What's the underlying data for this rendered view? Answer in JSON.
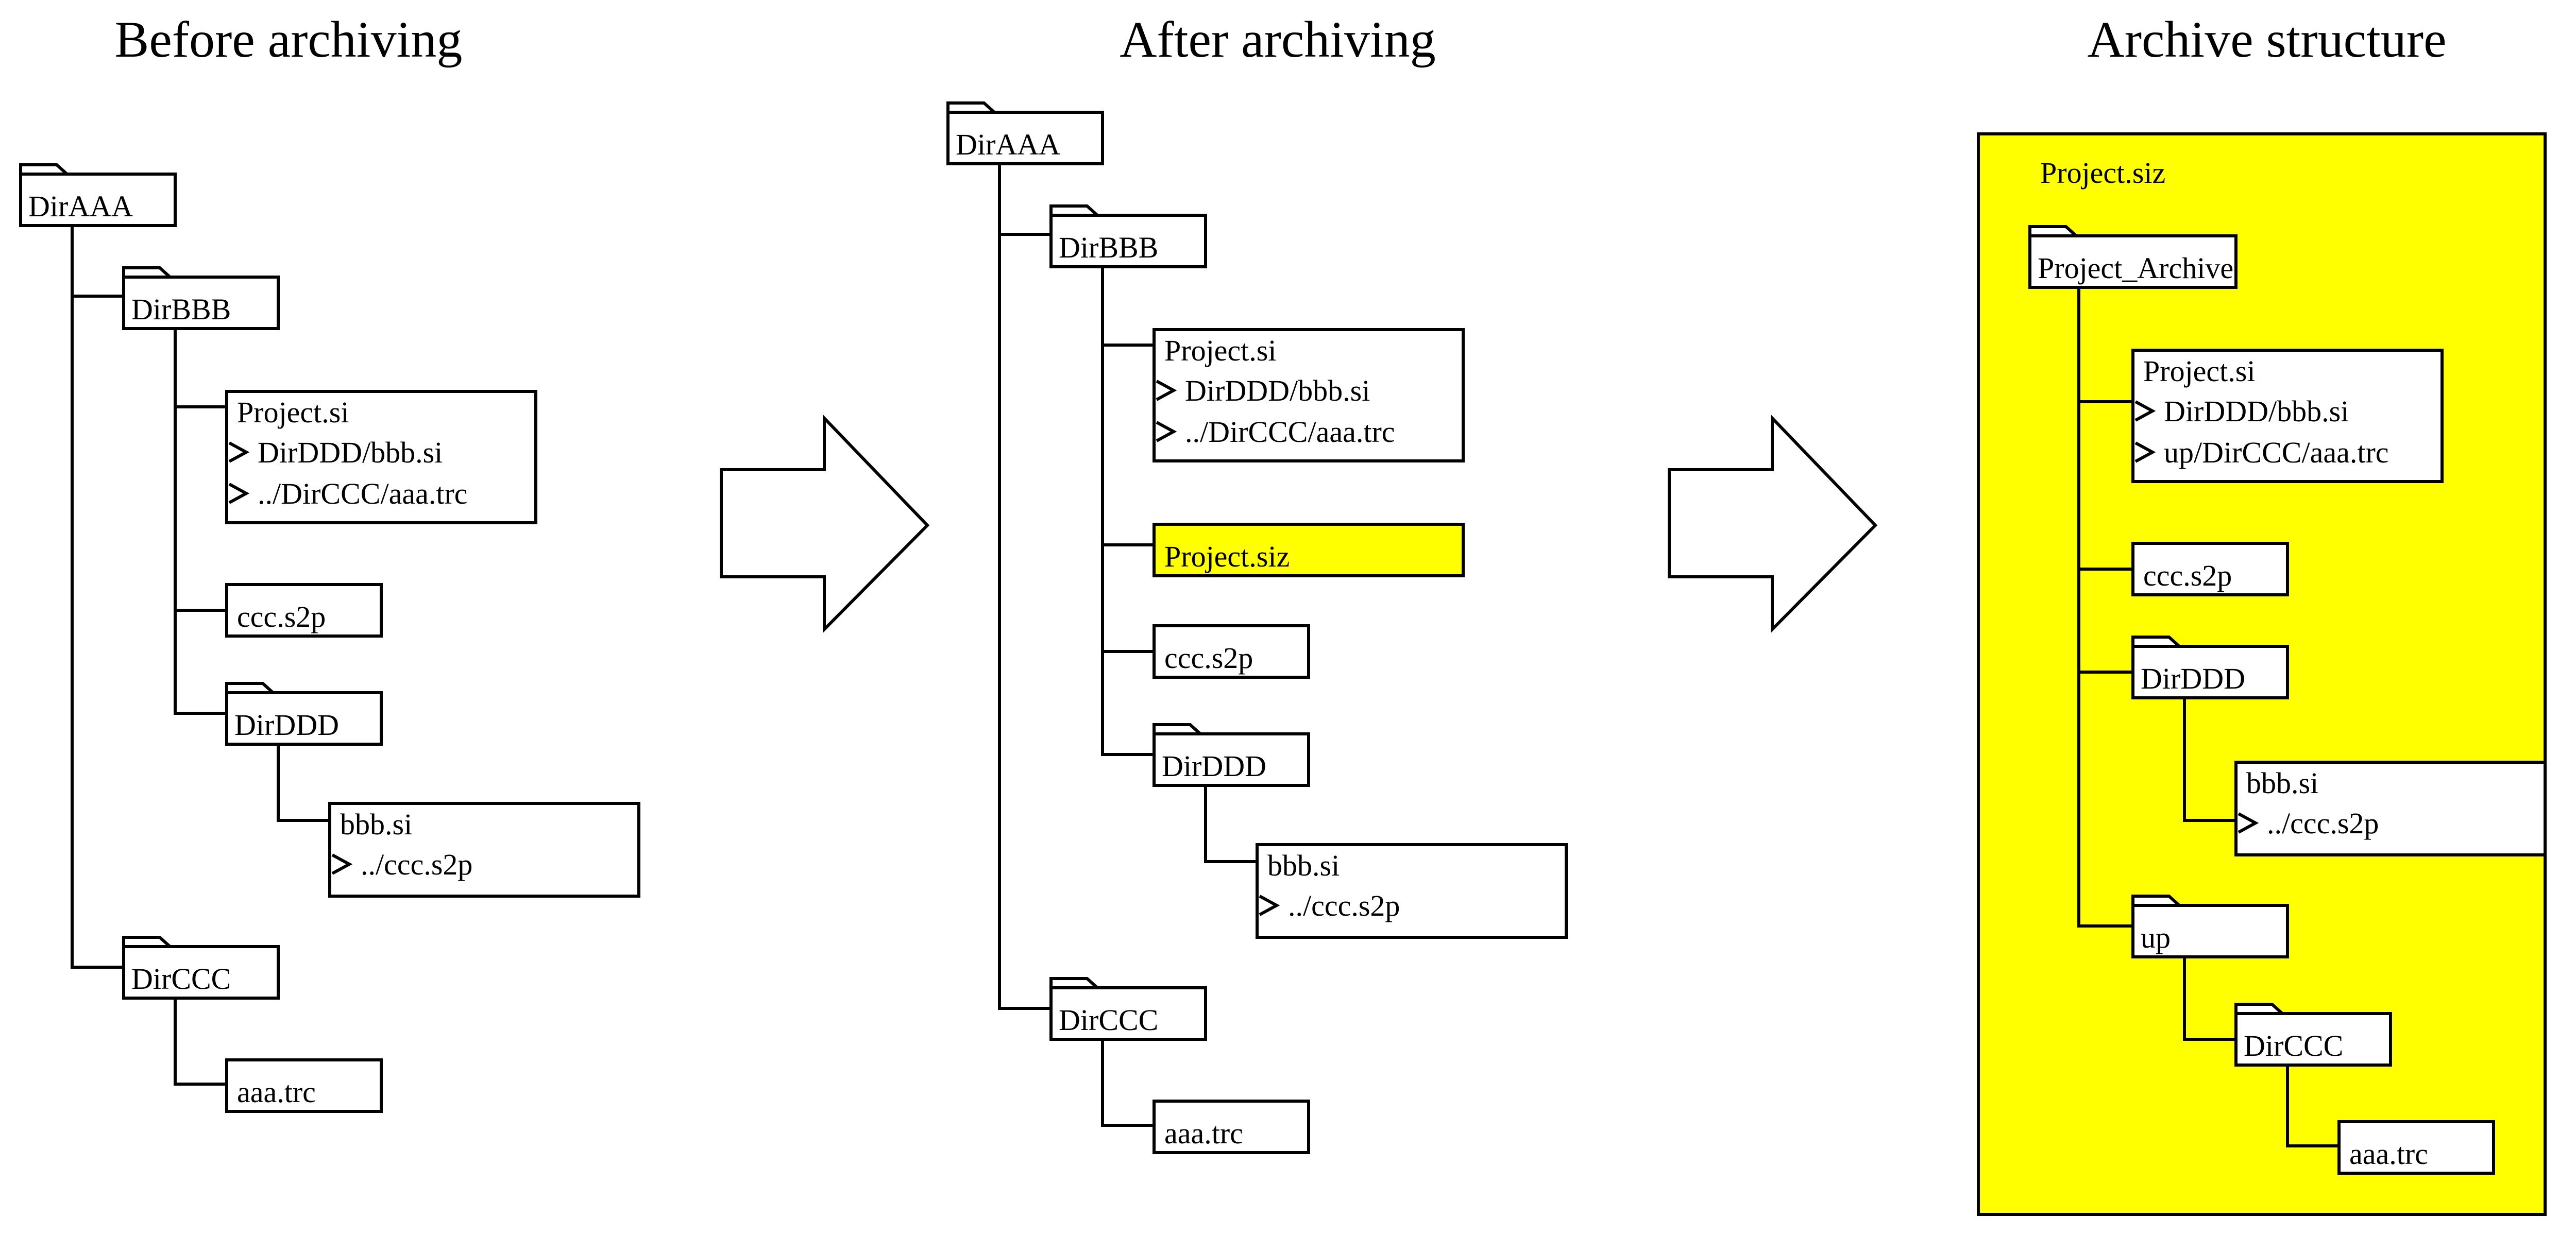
{
  "panels": {
    "before": {
      "title": "Before archiving",
      "dir_aaa": "DirAAA",
      "dir_bbb": "DirBBB",
      "project_si": {
        "name": "Project.si",
        "refs": [
          "DirDDD/bbb.si",
          "../DirCCC/aaa.trc"
        ]
      },
      "ccc_s2p": "ccc.s2p",
      "dir_ddd": "DirDDD",
      "bbb_si": {
        "name": "bbb.si",
        "refs": [
          "../ccc.s2p"
        ]
      },
      "dir_ccc": "DirCCC",
      "aaa_trc": "aaa.trc"
    },
    "after": {
      "title": "After archiving",
      "dir_aaa": "DirAAA",
      "dir_bbb": "DirBBB",
      "project_si": {
        "name": "Project.si",
        "refs": [
          "DirDDD/bbb.si",
          "../DirCCC/aaa.trc"
        ]
      },
      "project_siz": "Project.siz",
      "ccc_s2p": "ccc.s2p",
      "dir_ddd": "DirDDD",
      "bbb_si": {
        "name": "bbb.si",
        "refs": [
          "../ccc.s2p"
        ]
      },
      "dir_ccc": "DirCCC",
      "aaa_trc": "aaa.trc"
    },
    "archive": {
      "title": "Archive structure",
      "container_label": "Project.siz",
      "project_archive": "Project_Archive",
      "project_si": {
        "name": "Project.si",
        "refs": [
          "DirDDD/bbb.si",
          "up/DirCCC/aaa.trc"
        ]
      },
      "ccc_s2p": "ccc.s2p",
      "dir_ddd": "DirDDD",
      "bbb_si": {
        "name": "bbb.si",
        "refs": [
          "../ccc.s2p"
        ]
      },
      "dir_up": "up",
      "dir_ccc": "DirCCC",
      "aaa_trc": "aaa.trc"
    }
  },
  "colors": {
    "highlight": "#ffff00",
    "stroke": "#000000",
    "background": "#ffffff"
  },
  "icons": {
    "folder": "folder-icon",
    "arrow": "right-arrow-icon",
    "reference_marker": "reference-chevron-icon"
  }
}
